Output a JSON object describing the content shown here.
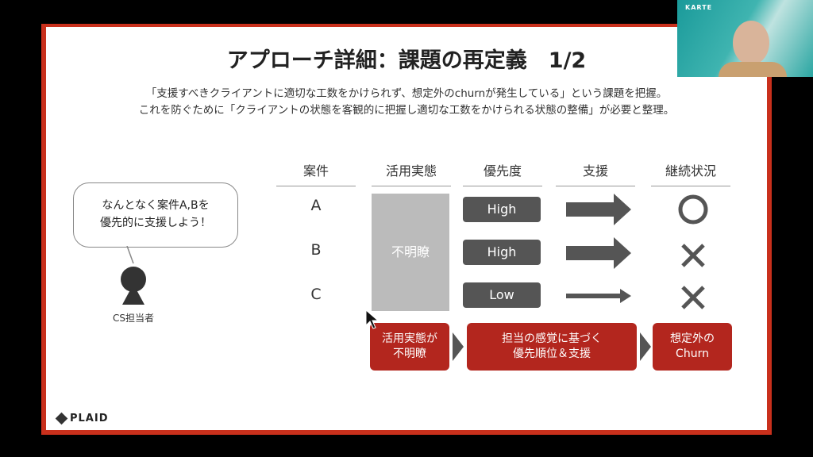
{
  "slide": {
    "title": "アプローチ詳細：課題の再定義　1/2",
    "subtitle_line1": "「支援すべきクライアントに適切な工数をかけられず、想定外のchurnが発生している」という課題を把握。",
    "subtitle_line2": "これを防ぐために「クライアントの状態を客観的に把握し適切な工数をかけられる状態の整備」が必要と整理。",
    "bubble_line1": "なんとなく案件A,Bを",
    "bubble_line2": "優先的に支援しよう！",
    "person_label": "CS担当者",
    "headers": [
      "案件",
      "活用実態",
      "優先度",
      "支援",
      "継続状況"
    ],
    "rows": [
      {
        "case": "A",
        "priority": "High",
        "status_icon": "circle-icon"
      },
      {
        "case": "B",
        "priority": "High",
        "status_icon": "cross-icon"
      },
      {
        "case": "C",
        "priority": "Low",
        "status_icon": "cross-icon"
      }
    ],
    "usage_label": "不明瞭",
    "flow": [
      "活用実態が\n不明瞭",
      "担当の感覚に基づく\n優先順位＆支援",
      "想定外の\nChurn"
    ],
    "logo": "PLAID"
  },
  "webcam": {
    "brand": "KARTE"
  },
  "colors": {
    "accent": "#c9301c",
    "flow": "#b3261e"
  }
}
